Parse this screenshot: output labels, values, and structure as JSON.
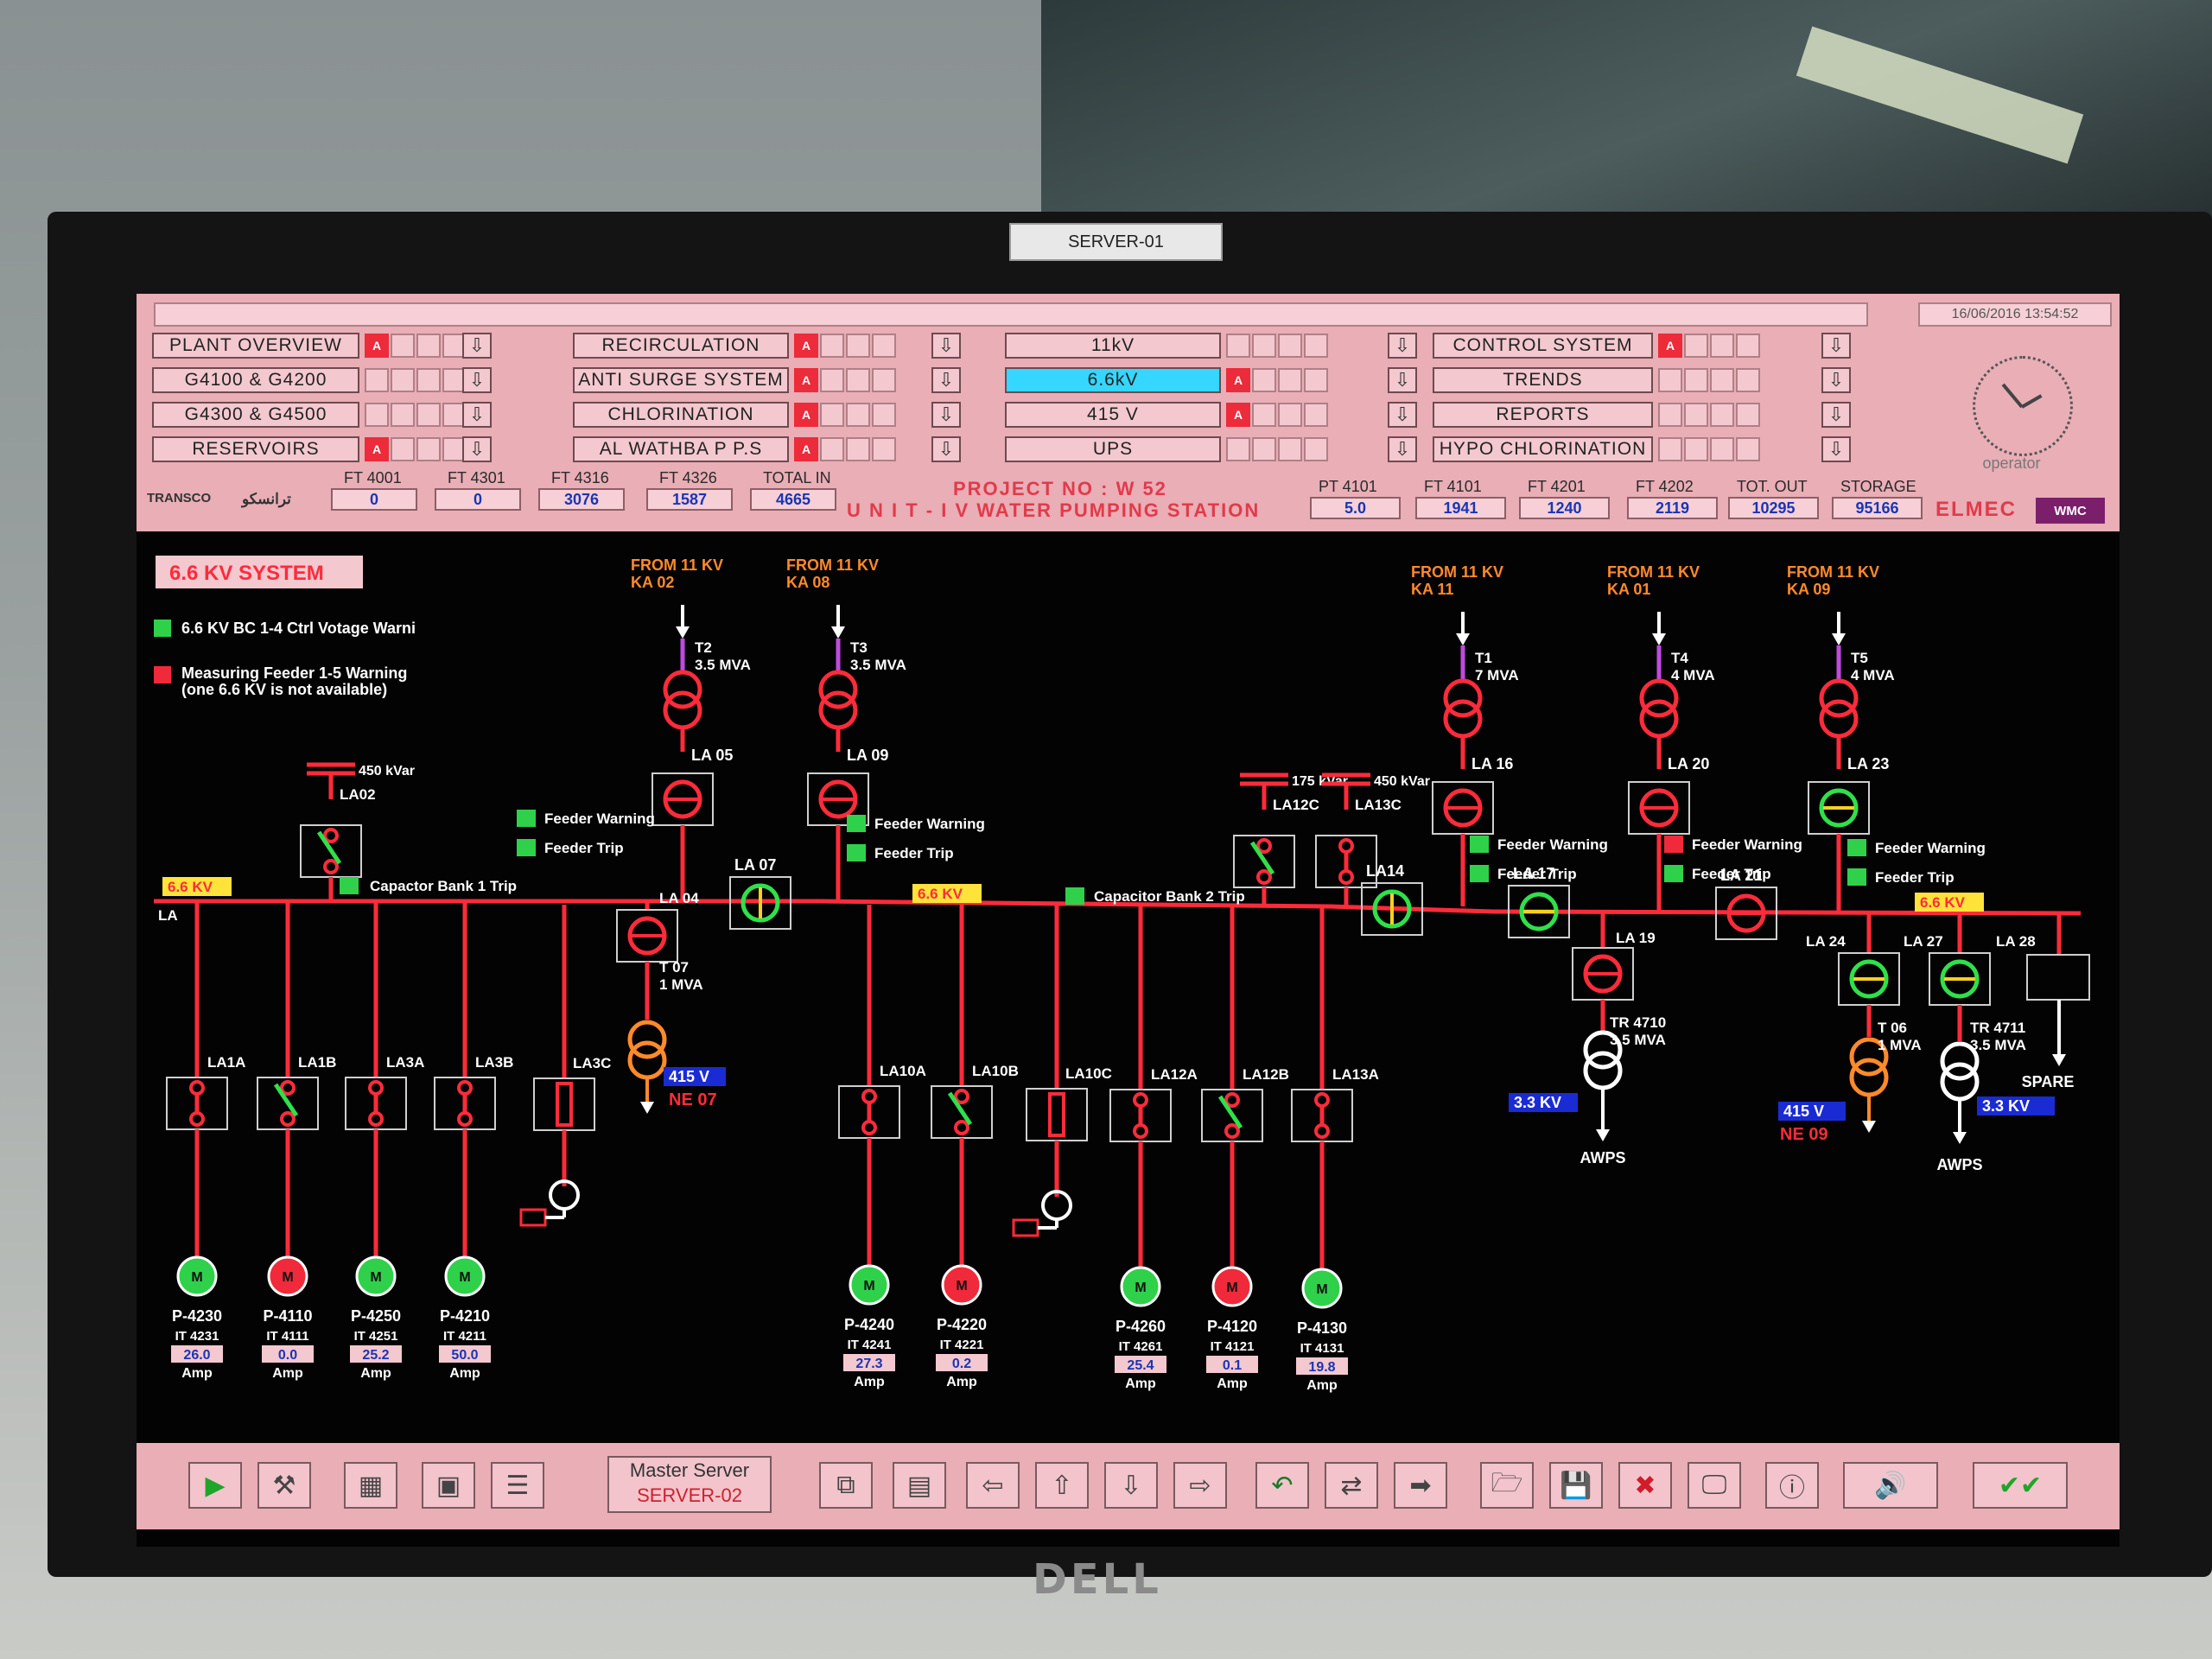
{
  "monitor": {
    "server_label": "SERVER-01",
    "brand": "DELL"
  },
  "header": {
    "datetime": "16/06/2016 13:54:52",
    "operator": "operator"
  },
  "nav_col1": [
    "PLANT OVERVIEW",
    "G4100 & G4200",
    "G4300 & G4500",
    "RESERVOIRS"
  ],
  "nav_col2": [
    "RECIRCULATION",
    "ANTI SURGE SYSTEM",
    "CHLORINATION",
    "AL WATHBA P P.S"
  ],
  "nav_col3": [
    "11kV",
    "6.6kV",
    "415 V",
    "UPS"
  ],
  "nav_col4": [
    "CONTROL SYSTEM",
    "TRENDS",
    "REPORTS",
    "HYPO CHLORINATION"
  ],
  "alarm_badge": "A",
  "flows_left": [
    {
      "label": "FT 4001",
      "value": "0"
    },
    {
      "label": "FT 4301",
      "value": "0"
    },
    {
      "label": "FT 4316",
      "value": "3076"
    },
    {
      "label": "FT 4326",
      "value": "1587"
    },
    {
      "label": "TOTAL IN",
      "value": "4665"
    }
  ],
  "project": {
    "line1": "PROJECT NO : W 52",
    "line2": "U N I T -  I V  WATER PUMPING STATION"
  },
  "flows_right": [
    {
      "label": "PT 4101",
      "value": "5.0"
    },
    {
      "label": "FT 4101",
      "value": "1941"
    },
    {
      "label": "FT 4201",
      "value": "1240"
    },
    {
      "label": "FT 4202",
      "value": "2119"
    },
    {
      "label": "TOT. OUT",
      "value": "10295"
    },
    {
      "label": "STORAGE",
      "value": "95166"
    }
  ],
  "logos": {
    "left": "TRANSCO",
    "arabic": "ترانسكو",
    "right": "ELMEC",
    "tag": "WMC"
  },
  "diagram": {
    "title": "6.6 KV SYSTEM",
    "legend": [
      {
        "color": "#2fd14a",
        "text": "6.6 KV BC 1-4 Ctrl Votage Warni"
      },
      {
        "color": "#f02a3a",
        "text": "Measuring Feeder 1-5 Warning"
      },
      {
        "color": "",
        "text": "(one 6.6 KV is not available)"
      }
    ],
    "bus_labels": [
      "6.6 KV",
      "6.6 KV",
      "6.6 KV"
    ],
    "bus_name": "LA",
    "sources": [
      {
        "from": "FROM 11 KV",
        "ka": "KA 02",
        "t": "T2",
        "mva": "3.5 MVA",
        "la": "LA 05"
      },
      {
        "from": "FROM 11 KV",
        "ka": "KA 08",
        "t": "T3",
        "mva": "3.5 MVA",
        "la": "LA 09"
      },
      {
        "from": "FROM 11 KV",
        "ka": "KA 11",
        "t": "T1",
        "mva": "7 MVA",
        "la": "LA 16"
      },
      {
        "from": "FROM 11 KV",
        "ka": "KA 01",
        "t": "T4",
        "mva": "4 MVA",
        "la": "LA 20"
      },
      {
        "from": "FROM 11 KV",
        "ka": "KA 09",
        "t": "T5",
        "mva": "4 MVA",
        "la": "LA 23"
      }
    ],
    "feeder_status": {
      "warning": "Feeder Warning",
      "trip": "Feeder Trip"
    },
    "capacitors": [
      {
        "kvar": "450 kVar",
        "la": "LA02",
        "trip": "Capactor Bank 1 Trip"
      },
      {
        "kvar": "175 kVar",
        "la": "LA12C",
        "trip": "Capacitor Bank 2 Trip"
      },
      {
        "kvar": "450 kVar",
        "la": "LA13C"
      }
    ],
    "couplers": [
      "LA 07",
      "LA14",
      "LA 17",
      "LA 21"
    ],
    "feeders": [
      "LA1A",
      "LA1B",
      "LA3A",
      "LA3B",
      "LA3C",
      "LA 04",
      "LA10A",
      "LA10B",
      "LA10C",
      "LA12A",
      "LA12B",
      "LA13A",
      "LA 19",
      "LA 24",
      "LA 27",
      "LA 28"
    ],
    "pumps": [
      {
        "name": "P-4230",
        "it": "IT 4231",
        "value": "26.0",
        "unit": "Amp",
        "color": "#2fd14a"
      },
      {
        "name": "P-4110",
        "it": "IT 4111",
        "value": "0.0",
        "unit": "Amp",
        "color": "#f02a3a"
      },
      {
        "name": "P-4250",
        "it": "IT 4251",
        "value": "25.2",
        "unit": "Amp",
        "color": "#2fd14a"
      },
      {
        "name": "P-4210",
        "it": "IT 4211",
        "value": "50.0",
        "unit": "Amp",
        "color": "#2fd14a"
      },
      {
        "name": "P-4240",
        "it": "IT 4241",
        "value": "27.3",
        "unit": "Amp",
        "color": "#2fd14a"
      },
      {
        "name": "P-4220",
        "it": "IT 4221",
        "value": "0.2",
        "unit": "Amp",
        "color": "#f02a3a"
      },
      {
        "name": "P-4260",
        "it": "IT 4261",
        "value": "25.4",
        "unit": "Amp",
        "color": "#2fd14a"
      },
      {
        "name": "P-4120",
        "it": "IT 4121",
        "value": "0.1",
        "unit": "Amp",
        "color": "#f02a3a"
      },
      {
        "name": "P-4130",
        "it": "IT 4131",
        "value": "19.8",
        "unit": "Amp",
        "color": "#2fd14a"
      }
    ],
    "motor_letter": "M",
    "transformers_out": [
      {
        "t": "T 07",
        "mva": "1 MVA",
        "volt": "415 V",
        "dest": "NE 07"
      },
      {
        "t": "TR 4710",
        "mva": "3.5 MVA",
        "volt": "3.3 KV",
        "dest": "AWPS"
      },
      {
        "t": "T 06",
        "mva": "1 MVA",
        "volt": "415 V",
        "dest": "NE 09"
      },
      {
        "t": "TR 4711",
        "mva": "3.5 MVA",
        "volt": "3.3 KV",
        "dest": "AWPS"
      }
    ],
    "spare": "SPARE"
  },
  "toolbar": {
    "master_line1": "Master Server",
    "master_line2": "SERVER-02"
  }
}
